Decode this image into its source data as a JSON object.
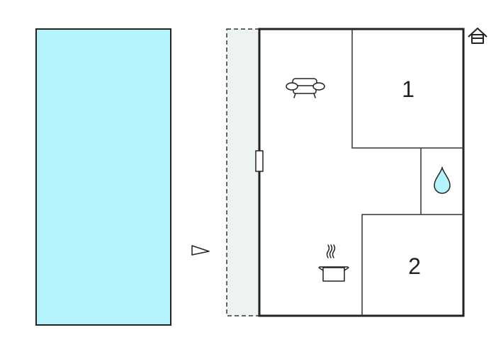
{
  "floor_plan": {
    "rooms": [
      {
        "id": "bedroom-1",
        "label": "1"
      },
      {
        "id": "bedroom-2",
        "label": "2"
      }
    ],
    "icons": {
      "house": "house-icon",
      "sofa": "sofa-icon",
      "water": "water-drop-icon",
      "cooking": "cooking-pot-icon",
      "compass": "direction-arrow-icon"
    },
    "colors": {
      "pool": "#b5f3fb",
      "terrace": "#edf2f2",
      "walls": "#222222"
    }
  }
}
